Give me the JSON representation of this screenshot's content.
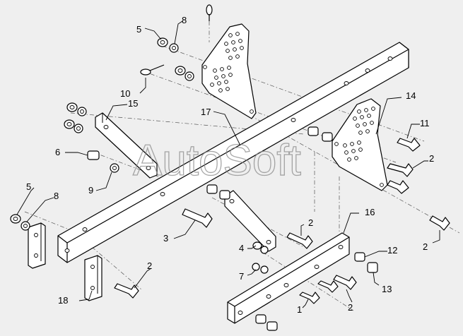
{
  "watermark": "AutoSoft",
  "callouts": [
    "1",
    "2",
    "2",
    "2",
    "2",
    "2",
    "3",
    "4",
    "5",
    "5",
    "6",
    "7",
    "8",
    "8",
    "9",
    "10",
    "11",
    "12",
    "13",
    "14",
    "15",
    "16",
    "17",
    "18"
  ]
}
